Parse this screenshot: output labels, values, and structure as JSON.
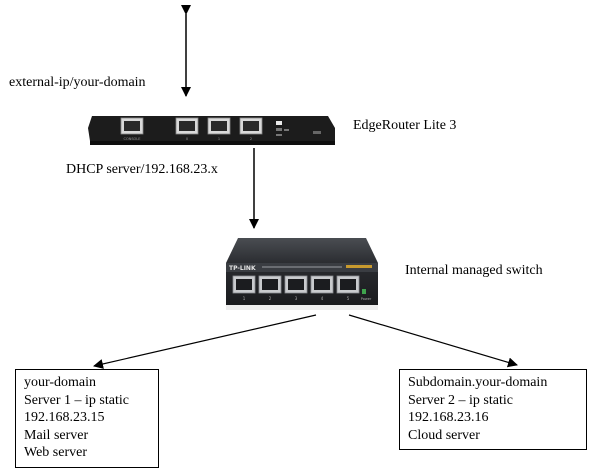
{
  "labels": {
    "external": "external-ip/your-domain",
    "router_name": "EdgeRouter Lite 3",
    "dhcp": "DHCP server/192.168.23.x",
    "switch_name": "Internal managed switch"
  },
  "router": {
    "port_labels": [
      "CONSOLE",
      "0",
      "1",
      "2"
    ]
  },
  "switch": {
    "brand": "TP-LINK",
    "port_labels": [
      "1",
      "2",
      "3",
      "4",
      "5"
    ],
    "power_label": "Power"
  },
  "servers": [
    {
      "lines": [
        "your-domain",
        "Server 1 – ip static",
        "192.168.23.15",
        "Mail server",
        "Web server"
      ]
    },
    {
      "lines": [
        "Subdomain.your-domain",
        "Server 2 – ip static",
        "192.168.23.16",
        "Cloud server"
      ]
    }
  ],
  "colors": {
    "device_dark": "#1e1e1e",
    "switch_body": "#2a2c30",
    "port_metal": "#c9cbce",
    "line": "#000000"
  }
}
